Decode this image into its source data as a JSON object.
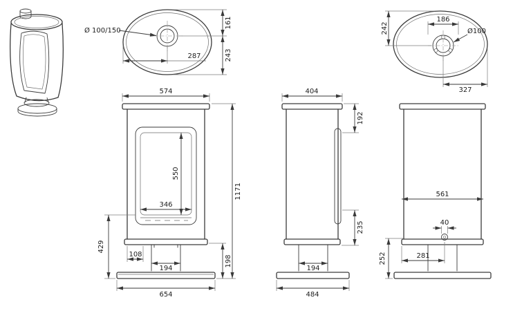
{
  "drawing": {
    "views": {
      "top": {
        "flue_label": "Ø 100/150",
        "center_offset": "287",
        "front_to_flue": "161",
        "flue_to_rear": "243"
      },
      "front": {
        "width": "574",
        "total_height": "1171",
        "glass_height": "550",
        "glass_width": "346",
        "floor_to_glass": "429",
        "side_offset": "108",
        "pedestal_width": "194",
        "base_plate_width": "654",
        "base_height": "198"
      },
      "side": {
        "depth": "404",
        "top_to_door": "192",
        "door_to_base": "235",
        "pedestal_depth": "194",
        "base_plate_depth": "484"
      },
      "rear_top": {
        "collar_span": "186",
        "rear_to_flue": "242",
        "flue_diameter": "Ø100",
        "flue_to_side": "327"
      },
      "rear": {
        "body_width": "561",
        "intake_diameter": "40",
        "intake_offset": "281",
        "intake_height": "252"
      }
    }
  }
}
